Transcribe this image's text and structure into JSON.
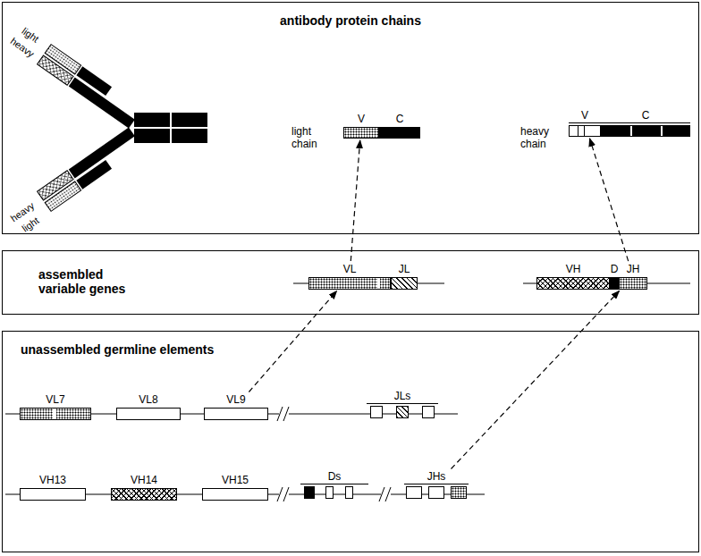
{
  "diagram": {
    "nodes": [
      {
        "text": [
          "antibody protein chains"
        ]
      },
      {
        "text": [
          "assembled variable genes"
        ]
      },
      {
        "text": [
          "unassembled germline elements"
        ]
      },
      {
        "text": [
          "V"
        ],
        "in": 0
      },
      {
        "text": [
          "C"
        ],
        "in": 0
      },
      {
        "text": [
          "V"
        ],
        "in": 0
      },
      {
        "text": [
          "C"
        ],
        "in": 0
      },
      {
        "text": [
          "VL"
        ],
        "in": 1
      },
      {
        "text": [
          "JL"
        ],
        "in": 1
      },
      {
        "text": [
          "VH"
        ],
        "in": 1
      },
      {
        "text": [
          "D"
        ],
        "in": 1
      },
      {
        "text": [
          "JH"
        ],
        "in": 1
      },
      {
        "text": [
          "VL7"
        ],
        "in": 2
      },
      {
        "text": [
          "VL8"
        ],
        "in": 2
      },
      {
        "text": [
          "VL9"
        ],
        "in": 2
      },
      {
        "text": [
          "JLs"
        ],
        "in": 2
      },
      {
        "text": [
          "VH13"
        ],
        "in": 2
      },
      {
        "text": [
          "VH14"
        ],
        "in": 2
      },
      {
        "text": [
          "VH15"
        ],
        "in": 2
      },
      {
        "text": [
          "Ds"
        ],
        "in": 2
      },
      {
        "text": [
          "JHs"
        ],
        "in": 2
      }
    ],
    "edges": [
      {
        "from": 14,
        "to": 7,
        "arrow": "to"
      },
      {
        "from": 7,
        "to": 3,
        "arrow": "to"
      },
      {
        "from": 20,
        "to": 11,
        "arrow": "to"
      },
      {
        "from": 11,
        "to": 5,
        "arrow": "to"
      }
    ],
    "labels": [
      "light",
      "heavy",
      "heavy",
      "light",
      "light chain",
      "heavy chain"
    ]
  }
}
